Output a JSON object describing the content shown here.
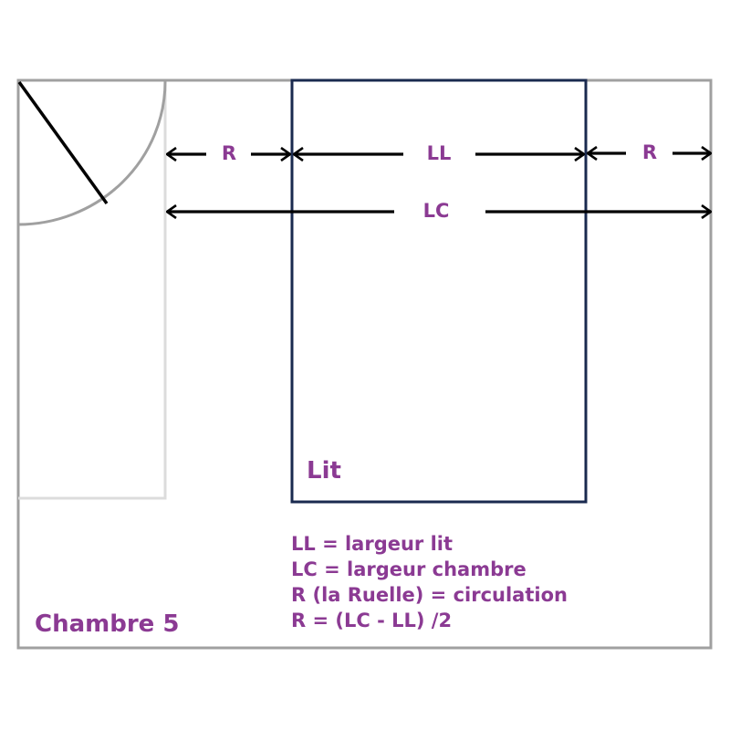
{
  "room_label": "Chambre 5",
  "bed_label": "Lit",
  "dimensions": {
    "left_gap": "R",
    "bed_width": "LL",
    "right_gap": "R",
    "room_width": "LC"
  },
  "legend": [
    "LL = largeur lit",
    "LC = largeur chambre",
    "R (la Ruelle) = circulation",
    "R = (LC - LL) /2"
  ],
  "colors": {
    "label": "#8b3a93",
    "bed_outline": "#1a2a4f",
    "room_outline": "#a0a0a0",
    "closet_outline": "#d8d8d8",
    "arrow": "#000000"
  }
}
